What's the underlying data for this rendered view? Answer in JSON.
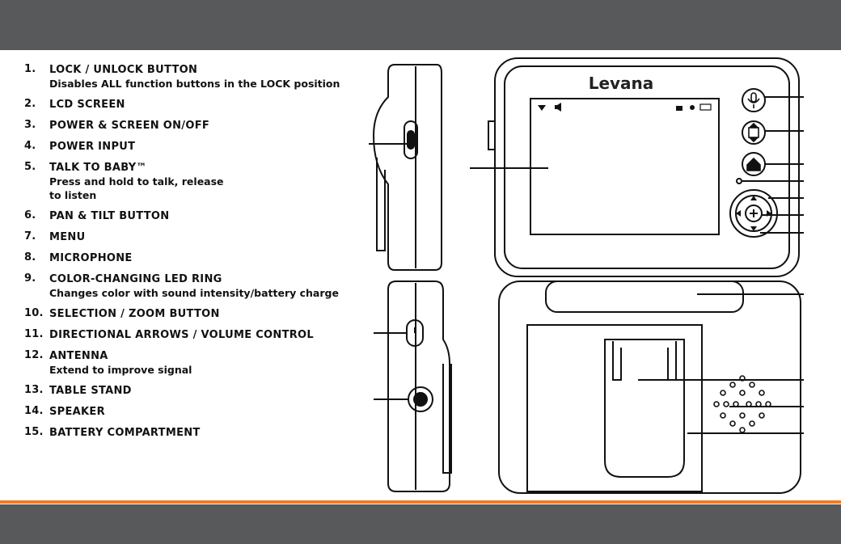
{
  "brand": "Levana",
  "items": [
    {
      "num": "1.",
      "title": "LOCK / UNLOCK BUTTON",
      "desc": "Disables ALL function buttons in the LOCK position"
    },
    {
      "num": "2.",
      "title": "LCD SCREEN",
      "desc": ""
    },
    {
      "num": "3.",
      "title": "POWER & SCREEN ON/OFF",
      "desc": ""
    },
    {
      "num": "4.",
      "title": "POWER INPUT",
      "desc": ""
    },
    {
      "num": "5.",
      "title": "TALK TO BABY™",
      "desc": "Press and hold to talk, release to listen"
    },
    {
      "num": "6.",
      "title": "PAN & TILT BUTTON",
      "desc": ""
    },
    {
      "num": "7.",
      "title": "MENU",
      "desc": ""
    },
    {
      "num": "8.",
      "title": "MICROPHONE",
      "desc": ""
    },
    {
      "num": "9.",
      "title": "COLOR-CHANGING LED RING",
      "desc": "Changes color with sound intensity/battery charge"
    },
    {
      "num": "10.",
      "title": "SELECTION / ZOOM BUTTON",
      "desc": ""
    },
    {
      "num": "11.",
      "title": "DIRECTIONAL ARROWS / VOLUME CONTROL",
      "desc": ""
    },
    {
      "num": "12.",
      "title": "ANTENNA",
      "desc": "Extend to improve signal"
    },
    {
      "num": "13.",
      "title": "TABLE STAND",
      "desc": ""
    },
    {
      "num": "14.",
      "title": "SPEAKER",
      "desc": ""
    },
    {
      "num": "15.",
      "title": "BATTERY COMPARTMENT",
      "desc": ""
    }
  ],
  "icons": {
    "signal": "signal-icon",
    "volume": "volume-icon",
    "lock": "lock-icon",
    "camera": "camera-icon",
    "battery": "battery-icon",
    "microphone": "microphone-icon",
    "pan_tilt": "pan-tilt-icon",
    "menu": "home-icon",
    "power": "power-icon"
  },
  "colors": {
    "bar": "#58595b",
    "accent": "#f47b20"
  }
}
